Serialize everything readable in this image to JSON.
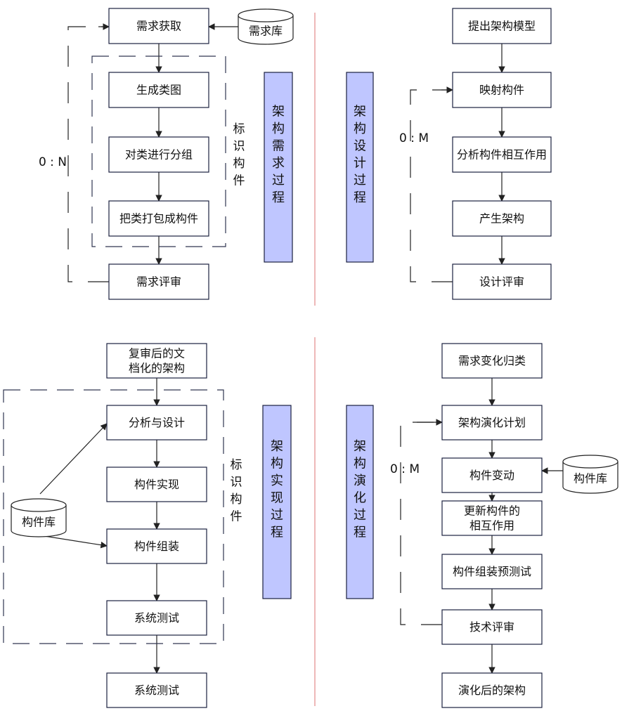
{
  "quadrants": {
    "requirements": {
      "label": "架构需求过程",
      "steps": [
        "需求获取",
        "生成类图",
        "对类进行分组",
        "把类打包成构件",
        "需求评审"
      ],
      "repository": "需求库",
      "group_label": "标识构件",
      "loop_label": "0 : N"
    },
    "design": {
      "label": "架构设计过程",
      "steps": [
        "提出架构模型",
        "映射构件",
        "分析构件相互作用",
        "产生架构",
        "设计评审"
      ],
      "loop_label": "0 : M"
    },
    "implementation": {
      "label": "架构实现过程",
      "steps": [
        "复审后的文|档化的架构",
        "分析与设计",
        "构件实现",
        "构件组装",
        "系统测试",
        "系统测试"
      ],
      "repository": "构件库",
      "group_label": "标识构件"
    },
    "evolution": {
      "label": "架构演化过程",
      "steps": [
        "需求变化归类",
        "架构演化计划",
        "构件变动",
        "更新构件的|相互作用",
        "构件组装预测试",
        "技术评审",
        "演化后的架构"
      ],
      "repository": "构件库",
      "loop_label": "0 : M"
    }
  },
  "colors": {
    "label_fill": "#bfc6ff",
    "border": "#1c2140",
    "divider": "#e8a0a0"
  }
}
